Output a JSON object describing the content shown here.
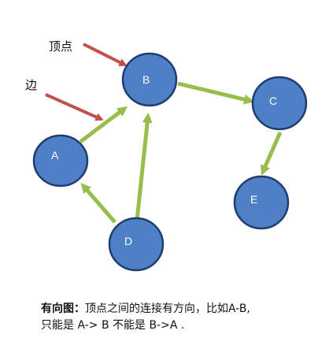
{
  "diagram": {
    "nodes": {
      "a": "A",
      "b": "B",
      "c": "C",
      "d": "D",
      "e": "E"
    },
    "callouts": {
      "vertex": "顶点",
      "edge": "边"
    },
    "edges": [
      {
        "from": "A",
        "to": "B"
      },
      {
        "from": "B",
        "to": "C"
      },
      {
        "from": "C",
        "to": "E"
      },
      {
        "from": "D",
        "to": "A"
      },
      {
        "from": "D",
        "to": "B"
      }
    ],
    "colors": {
      "node_fill": "#4f7fc4",
      "node_stroke": "#1f3d73",
      "edge": "#97bd4a",
      "callout_arrow": "#c0504d"
    }
  },
  "caption": {
    "title": "有向图：",
    "line1": "顶点之间的连接有方向，比如A-B,",
    "line2": "只能是 A-> B 不能是 B->A ."
  }
}
